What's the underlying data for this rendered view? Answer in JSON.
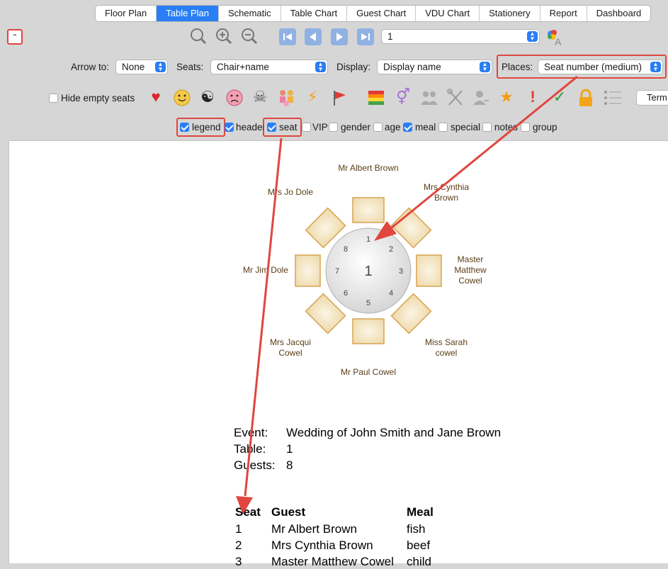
{
  "tabs": [
    "Floor Plan",
    "Table Plan",
    "Schematic",
    "Table Chart",
    "Guest Chart",
    "VDU Chart",
    "Stationery",
    "Report",
    "Dashboard"
  ],
  "active_tab": "Table Plan",
  "collapse_glyph": "⌃",
  "nav": {
    "table_value": "1"
  },
  "options": {
    "arrow_label": "Arrow to:",
    "arrow_value": "None",
    "seats_label": "Seats:",
    "seats_value": "Chair+name",
    "display_label": "Display:",
    "display_value": "Display name",
    "places_label": "Places:",
    "places_value": "Seat number (medium)"
  },
  "icons_row": {
    "hide_empty_label": "Hide empty seats",
    "icons": [
      "heart-icon",
      "smiley-icon",
      "yin-yang-icon",
      "sad-face-icon",
      "skull-icon",
      "family-icon",
      "lightning-icon",
      "flag-icon",
      "color-bars-icon",
      "gender-icon",
      "group-icon",
      "utensils-icon",
      "person-icon",
      "star-icon",
      "exclamation-icon",
      "check-icon",
      "lock-icon",
      "list-icon"
    ],
    "term_label": "Term"
  },
  "checks": [
    {
      "label": "legend",
      "checked": true
    },
    {
      "label": "header",
      "checked": true
    },
    {
      "label": "seat",
      "checked": true
    },
    {
      "label": "VIP",
      "checked": false
    },
    {
      "label": "gender",
      "checked": false
    },
    {
      "label": "age",
      "checked": false
    },
    {
      "label": "meal",
      "checked": true
    },
    {
      "label": "special",
      "checked": false
    },
    {
      "label": "notes",
      "checked": false
    },
    {
      "label": "group",
      "checked": false
    }
  ],
  "table": {
    "number": "1",
    "seat_numbers": [
      "1",
      "2",
      "3",
      "4",
      "5",
      "6",
      "7",
      "8"
    ],
    "guests": {
      "top": "Mr Albert Brown",
      "top_right": "Mrs Cynthia Brown",
      "right": "Master Matthew Cowel",
      "bottom_right": "Miss Sarah cowel",
      "bottom": "Mr Paul Cowel",
      "bottom_left": "Mrs Jacqui Cowel",
      "left": "Mr Jim Dole",
      "top_left": "Mrs Jo Dole"
    }
  },
  "legend": {
    "event_label": "Event:",
    "event_value": "Wedding of John Smith and Jane Brown",
    "table_label": "Table:",
    "table_value": "1",
    "guests_label": "Guests:",
    "guests_value": "8"
  },
  "seat_table": {
    "headers": [
      "Seat",
      "Guest",
      "Meal"
    ],
    "rows": [
      [
        "1",
        "Mr Albert Brown",
        "fish"
      ],
      [
        "2",
        "Mrs Cynthia Brown",
        "beef"
      ],
      [
        "3",
        "Master Matthew Cowel",
        "child"
      ]
    ]
  },
  "colors": {
    "accent": "#2a7ef5",
    "annotation": "#e0463f",
    "chair": "#f4e8cc",
    "chair_border": "#d9a24e"
  }
}
